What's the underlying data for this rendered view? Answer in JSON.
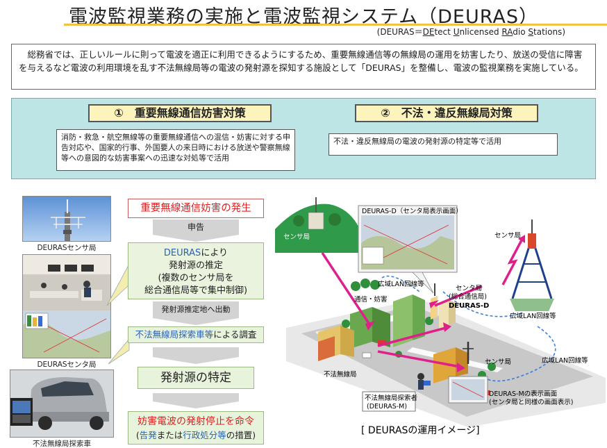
{
  "title": "電波監視業務の実施と電波監視システム（DEURAS）",
  "subtitle": {
    "prefix": "(DEURAS＝",
    "p1u": "DE",
    "p1": "tect ",
    "p2u": "U",
    "p2": "nlicensed ",
    "p3u": "RA",
    "p3": "dio ",
    "p4u": "S",
    "p4": "tations)"
  },
  "intro": "　総務省では、正しいルールに則って電波を適正に利用できるようにするため、重要無線通信等の無線局の運用を妨害したり、放送の受信に障害を与えるなど電波の利用環境を乱す不法無線局等の電波の発射源を探知する施設として「DEURAS」を整備し、電波の監視業務を実施している。",
  "measures": [
    {
      "heading": "①　重要無線通信妨害対策",
      "text": "消防・救急・航空無線等の重要無線通信への混信・妨害に対する申告対応や、国家的行事、外国要人の来日時における放送や警察無線等への意図的な妨害事案への迅速な対処等で活用"
    },
    {
      "heading": "②　不法・違反無線局対策",
      "text": "不法・違反無線局の電波の発射源の特定等で活用"
    }
  ],
  "photos": {
    "sensor": "DEURASセンサ局",
    "center": "DEURASセンタ局",
    "car": "不法無線局探索車"
  },
  "flow": {
    "step1": "重要無線通信妨害の発生",
    "step2": "申告",
    "step3_blue": "DEURAS",
    "step3_a": "により",
    "step3_b": "発射源の推定",
    "step3_c": "(複数のセンサ局を",
    "step3_d": "総合通信局等で集中制御)",
    "step4": "発射源推定地へ出動",
    "step5_blue": "不法無線局探索車等",
    "step5_rest": "による調査",
    "step6": "発射源の特定",
    "step7": "妨害電波の発射停止を命令",
    "step8_a": "(",
    "step8_b": "告発",
    "step8_c": "または",
    "step8_d": "行政処分等",
    "step8_e": "の措置)"
  },
  "illustration": {
    "caption": "[ DEURASの運用イメージ]",
    "deuras_d_screen": "DEURAS-D（センタ局表示画面）",
    "sensor_left": "センサ局",
    "sensor_right": "センサ局",
    "sensor_mid": "センサ局",
    "lan1": "広域LAN回線等",
    "lan2": "広域LAN回線等",
    "lan3": "広域LAN回線等",
    "interference": "通信・妨害",
    "center_a": "センタ局",
    "center_b": "(総合通信局)",
    "center_c": "DEURAS-D",
    "illegal": "不法無線局",
    "searcher_a": "不法無線局探索者",
    "searcher_b": "(DEURAS-M)",
    "m_screen_a": "DEURAS-Mの表示画面",
    "m_screen_b": "(センタ局と同様の画面表示)"
  },
  "colors": {
    "accent_yellow": "#f2c14a",
    "panel_teal": "#bde5e5",
    "heading_fill": "#fdf3bd",
    "flow_red": "#d22222",
    "flow_blue": "#2a62b5",
    "signal_magenta": "#e0208a"
  }
}
